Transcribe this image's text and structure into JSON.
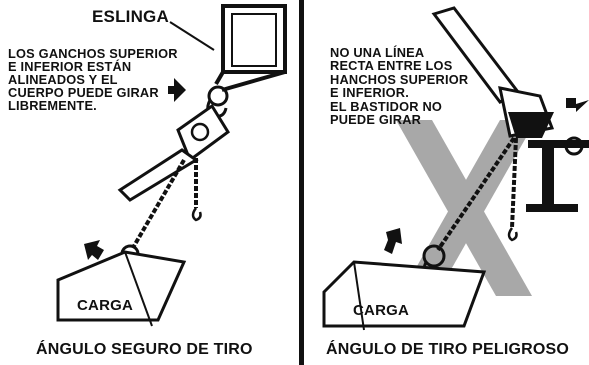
{
  "left_panel": {
    "sling_label": "ESLINGA",
    "note_lines": [
      "LOS GANCHOS SUPERIOR",
      "E INFERIOR ESTÁN",
      "ALINEADOS Y EL",
      "CUERPO PUEDE GIRAR",
      "LIBREMENTE."
    ],
    "load_label": "CARGA",
    "caption": "ÁNGULO SEGURO DE TIRO"
  },
  "right_panel": {
    "note_lines": [
      "NO UNA LÍNEA",
      "RECTA ENTRE LOS",
      "HANCHOS SUPERIOR",
      "E INFERIOR.",
      "EL BASTIDOR NO",
      "PUEDE GIRAR"
    ],
    "load_label": "CARGA",
    "caption": "ÁNGULO DE TIRO PELIGROSO"
  },
  "colors": {
    "ink": "#111111",
    "warning_x": "#a8a8a8",
    "background": "#ffffff"
  }
}
